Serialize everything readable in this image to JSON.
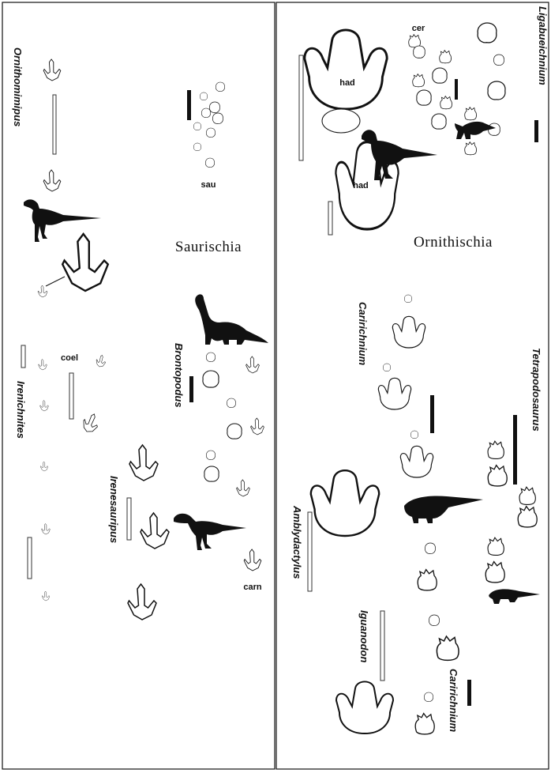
{
  "panels": {
    "left": {
      "heading": "Saurischia",
      "taxa": {
        "ornithomimipus": "Ornithomimipus",
        "brontopodus": "Brontopodus",
        "irenichnites": "Irenichnites",
        "irenesauripus": "Irenesauripus"
      },
      "abbreviations": {
        "sau": "sau",
        "coel": "coel",
        "carn": "carn"
      }
    },
    "right": {
      "heading": "Ornithischia",
      "taxa": {
        "ligabueichnium": "Ligabueichnium",
        "caririchnium_upper": "Caririchnium",
        "tetrapodosaurus": "Tetrapodosaurus",
        "amblydactylus": "Amblydactylus",
        "iguanodon": "Iguanodon",
        "caririchnium_lower": "Caririchnium"
      },
      "abbreviations": {
        "had_upper": "had",
        "had_lower": "had",
        "cer": "cer"
      }
    }
  },
  "colors": {
    "ink": "#111111",
    "paper": "#ffffff",
    "scale_bar_open": "#ffffff"
  },
  "icons": [
    "theropod-footprint",
    "sauropod-footprint",
    "hadrosaur-footprint",
    "ornithopod-footprint",
    "ankylosaur-footprint",
    "dinosaur-silhouette",
    "scale-bar"
  ]
}
